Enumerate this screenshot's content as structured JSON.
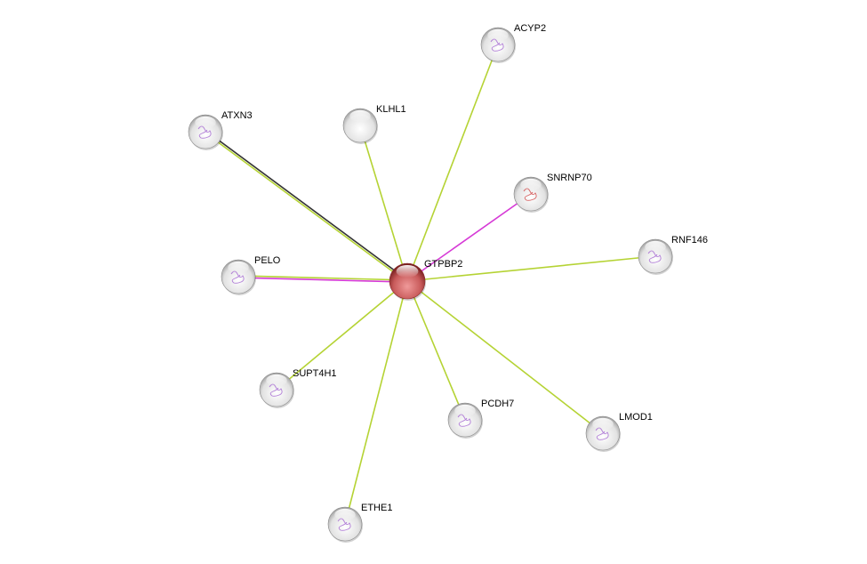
{
  "network": {
    "center": {
      "name": "GTPBP2",
      "color": "#c85a5a"
    },
    "nodes": [
      {
        "name": "ACYP2",
        "structure": true
      },
      {
        "name": "KLHL1",
        "structure": false
      },
      {
        "name": "ATXN3",
        "structure": true
      },
      {
        "name": "SNRNP70",
        "structure": true
      },
      {
        "name": "RNF146",
        "structure": true
      },
      {
        "name": "PELO",
        "structure": true
      },
      {
        "name": "SUPT4H1",
        "structure": true
      },
      {
        "name": "PCDH7",
        "structure": true
      },
      {
        "name": "LMOD1",
        "structure": true
      },
      {
        "name": "ETHE1",
        "structure": true
      }
    ],
    "edges": [
      {
        "to": "ACYP2",
        "colors": [
          "#b5d334"
        ]
      },
      {
        "to": "KLHL1",
        "colors": [
          "#b5d334"
        ]
      },
      {
        "to": "ATXN3",
        "colors": [
          "#b5d334",
          "#333333"
        ]
      },
      {
        "to": "SNRNP70",
        "colors": [
          "#d63ad6"
        ]
      },
      {
        "to": "RNF146",
        "colors": [
          "#b5d334"
        ]
      },
      {
        "to": "PELO",
        "colors": [
          "#d63ad6",
          "#b5d334"
        ]
      },
      {
        "to": "SUPT4H1",
        "colors": [
          "#b5d334"
        ]
      },
      {
        "to": "PCDH7",
        "colors": [
          "#b5d334"
        ]
      },
      {
        "to": "LMOD1",
        "colors": [
          "#b5d334"
        ]
      },
      {
        "to": "ETHE1",
        "colors": [
          "#b5d334"
        ]
      }
    ]
  }
}
